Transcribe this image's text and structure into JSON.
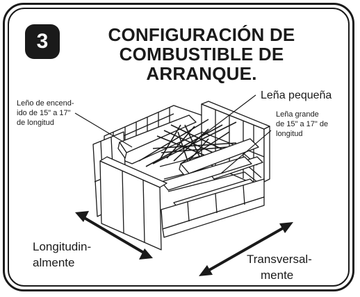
{
  "step": {
    "number": "3"
  },
  "title": {
    "line1": "CONFIGURACIÓN DE",
    "line2": "COMBUSTIBLE DE",
    "line3": "ARRANQUE."
  },
  "labels": {
    "kindling_log": {
      "line1": "Leño de encend-",
      "line2": "ido de 15\" a 17\"",
      "line3": "de longitud"
    },
    "small_firewood": {
      "line1": "Leña pequeña"
    },
    "large_firewood": {
      "line1": "Leña grande",
      "line2": "de 15\" a 17\" de",
      "line3": "longitud"
    },
    "lengthwise": {
      "line1": "Longitudin-",
      "line2": "almente"
    },
    "crosswise": {
      "line1": "Transversal-",
      "line2": "mente"
    }
  },
  "colors": {
    "ink": "#1a1a1a",
    "paper": "#ffffff"
  }
}
